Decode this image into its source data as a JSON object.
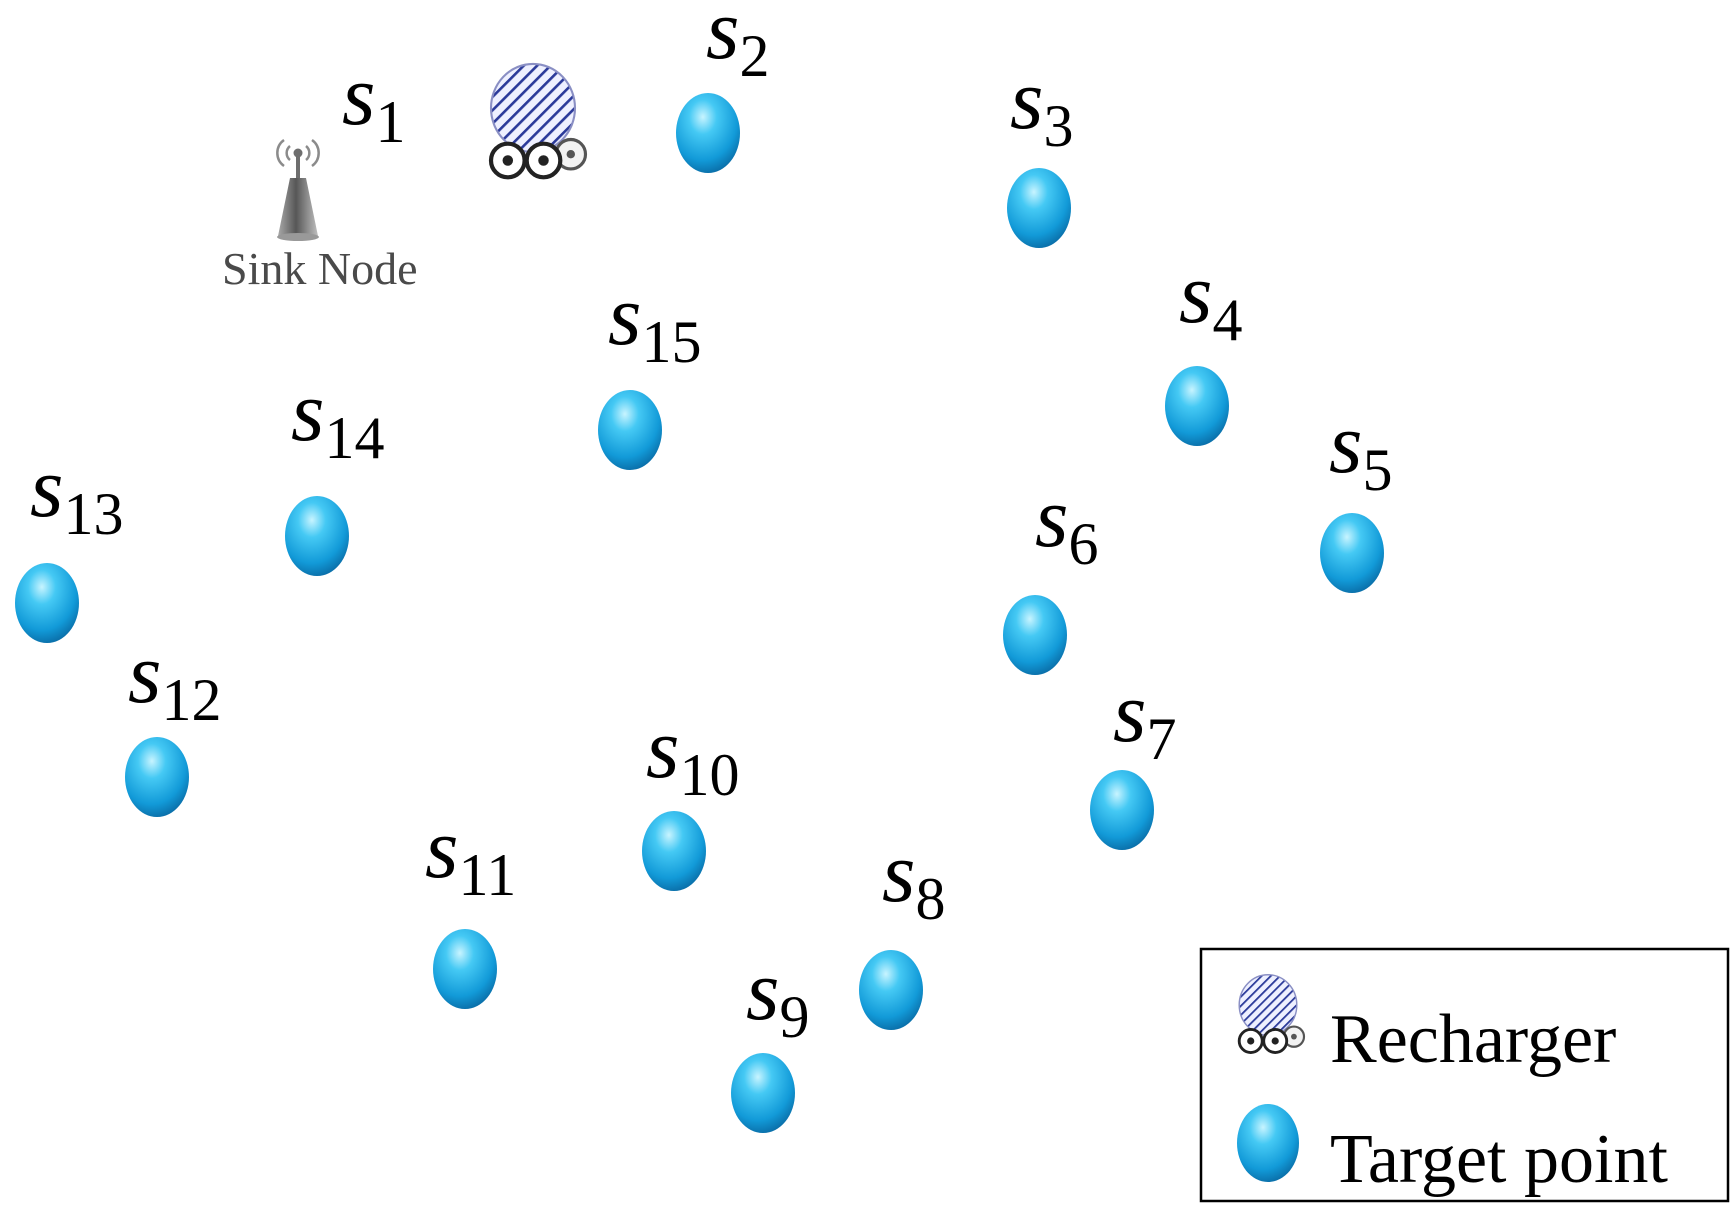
{
  "sink": {
    "label": "Sink Node",
    "icon": "antenna-tower-icon"
  },
  "recharger": {
    "icon": "robot-recharger-icon"
  },
  "nodes": [
    {
      "var": "s",
      "sub": "1",
      "marker": false
    },
    {
      "var": "s",
      "sub": "2",
      "marker": true
    },
    {
      "var": "s",
      "sub": "3",
      "marker": true
    },
    {
      "var": "s",
      "sub": "4",
      "marker": true
    },
    {
      "var": "s",
      "sub": "5",
      "marker": true
    },
    {
      "var": "s",
      "sub": "6",
      "marker": true
    },
    {
      "var": "s",
      "sub": "7",
      "marker": true
    },
    {
      "var": "s",
      "sub": "8",
      "marker": true
    },
    {
      "var": "s",
      "sub": "9",
      "marker": true
    },
    {
      "var": "s",
      "sub": "10",
      "marker": true
    },
    {
      "var": "s",
      "sub": "11",
      "marker": true
    },
    {
      "var": "s",
      "sub": "12",
      "marker": true
    },
    {
      "var": "s",
      "sub": "13",
      "marker": true
    },
    {
      "var": "s",
      "sub": "14",
      "marker": true
    },
    {
      "var": "s",
      "sub": "15",
      "marker": true
    }
  ],
  "legend": {
    "items": [
      {
        "label": "Recharger",
        "icon": "robot-recharger-icon"
      },
      {
        "label": "Target point",
        "icon": "target-point-icon"
      }
    ]
  },
  "colors": {
    "target_point": "#1aa3e0",
    "recharger_hatch": "#2b3a9a",
    "text": "#000000",
    "legend_border": "#000000"
  }
}
